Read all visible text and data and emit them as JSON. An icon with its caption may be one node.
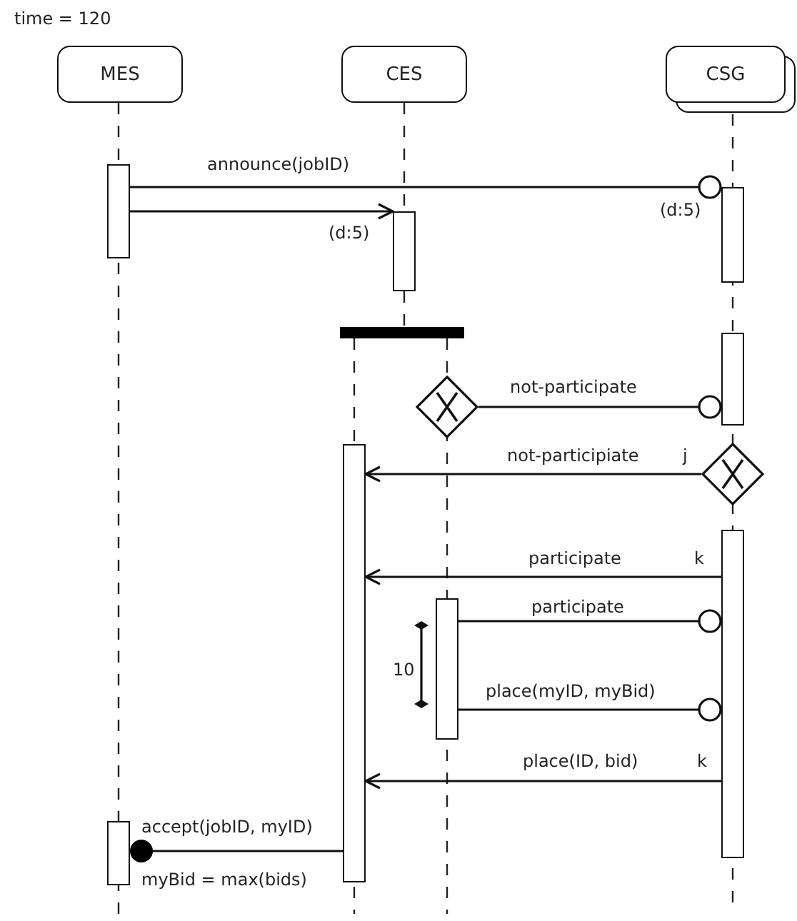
{
  "diagram": {
    "nodes": [
      {
        "text": [
          "MES"
        ]
      },
      {
        "text": [
          "CES"
        ]
      },
      {
        "text": [
          "CSG"
        ]
      },
      {
        "text": [],
        "shape": "box"
      },
      {
        "text": [],
        "shape": "box"
      },
      {
        "text": [],
        "shape": "box"
      },
      {
        "text": [],
        "shape": "bar"
      },
      {
        "text": [],
        "shape": "box"
      },
      {
        "text": [],
        "shape": "diamond"
      },
      {
        "text": [],
        "shape": "box"
      },
      {
        "text": [],
        "shape": "diamond"
      },
      {
        "text": [],
        "shape": "box"
      },
      {
        "text": [],
        "shape": "box"
      },
      {
        "text": [],
        "shape": "box"
      }
    ],
    "edges": [
      {
        "from": 3,
        "to": 5,
        "arrow": "other",
        "label": "announce(jobID)"
      },
      {
        "from": 3,
        "to": 4,
        "arrow": "to"
      },
      {
        "from": 8,
        "to": 7,
        "arrow": "other",
        "label": "not-participate"
      },
      {
        "from": 10,
        "to": 9,
        "arrow": "to",
        "label": "not-participiate"
      },
      {
        "from": 11,
        "to": 9,
        "arrow": "to",
        "label": "participate"
      },
      {
        "from": 12,
        "to": 11,
        "arrow": "other",
        "label": "participate"
      },
      {
        "from": 12,
        "to": 11,
        "arrow": "other",
        "label": "place(myID, myBid)"
      },
      {
        "from": 11,
        "to": 9,
        "arrow": "to",
        "label": "place(ID, bid)"
      },
      {
        "from": 9,
        "to": 13,
        "arrow": "other",
        "label": "accept(jobID, myID)"
      },
      {
        "from": 1,
        "to": 4,
        "arrow": "none",
        "style": "dashed"
      },
      {
        "from": 4,
        "to": 6,
        "arrow": "none",
        "style": "dashed"
      }
    ],
    "labels": [
      "time = 120",
      "(d:5)",
      "(d:5)",
      "j",
      "k",
      "10",
      "k",
      "myBid = max(bids)"
    ]
  }
}
